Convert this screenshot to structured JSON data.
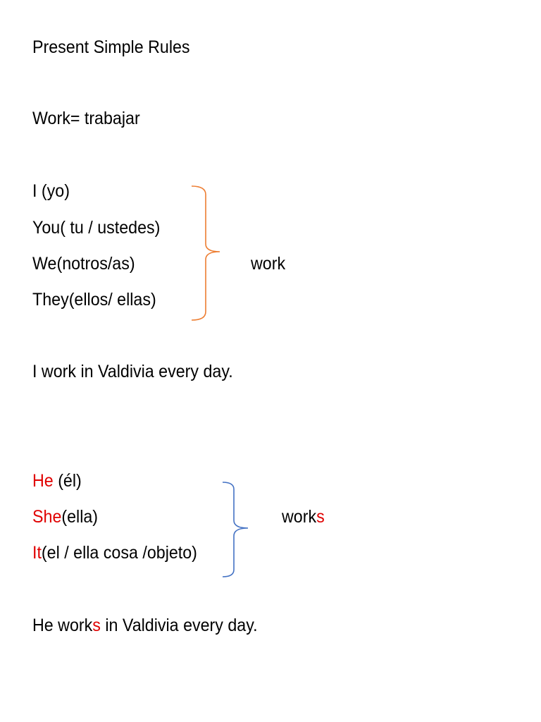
{
  "title": "Present Simple Rules",
  "definition": "Work= trabajar",
  "group1": {
    "pronouns": [
      "I (yo)",
      "You( tu / ustedes)",
      "We(notros/as)",
      "They(ellos/ ellas)"
    ],
    "verb": "work",
    "brace_color": "#ed7d31"
  },
  "example1": "I work in Valdivia every day.",
  "group2": {
    "rows": [
      {
        "pronoun": "He",
        "rest": " (él)"
      },
      {
        "pronoun": "She",
        "rest": "(ella)"
      },
      {
        "pronoun": "It",
        "rest": "(el / ella cosa /objeto)"
      }
    ],
    "verb_stem": "work",
    "verb_suffix": "s",
    "brace_color": "#4472c4",
    "highlight_color": "#e00000"
  },
  "example2": {
    "part1": "He work",
    "suffix": "s",
    "part2": " in Valdivia every day."
  }
}
